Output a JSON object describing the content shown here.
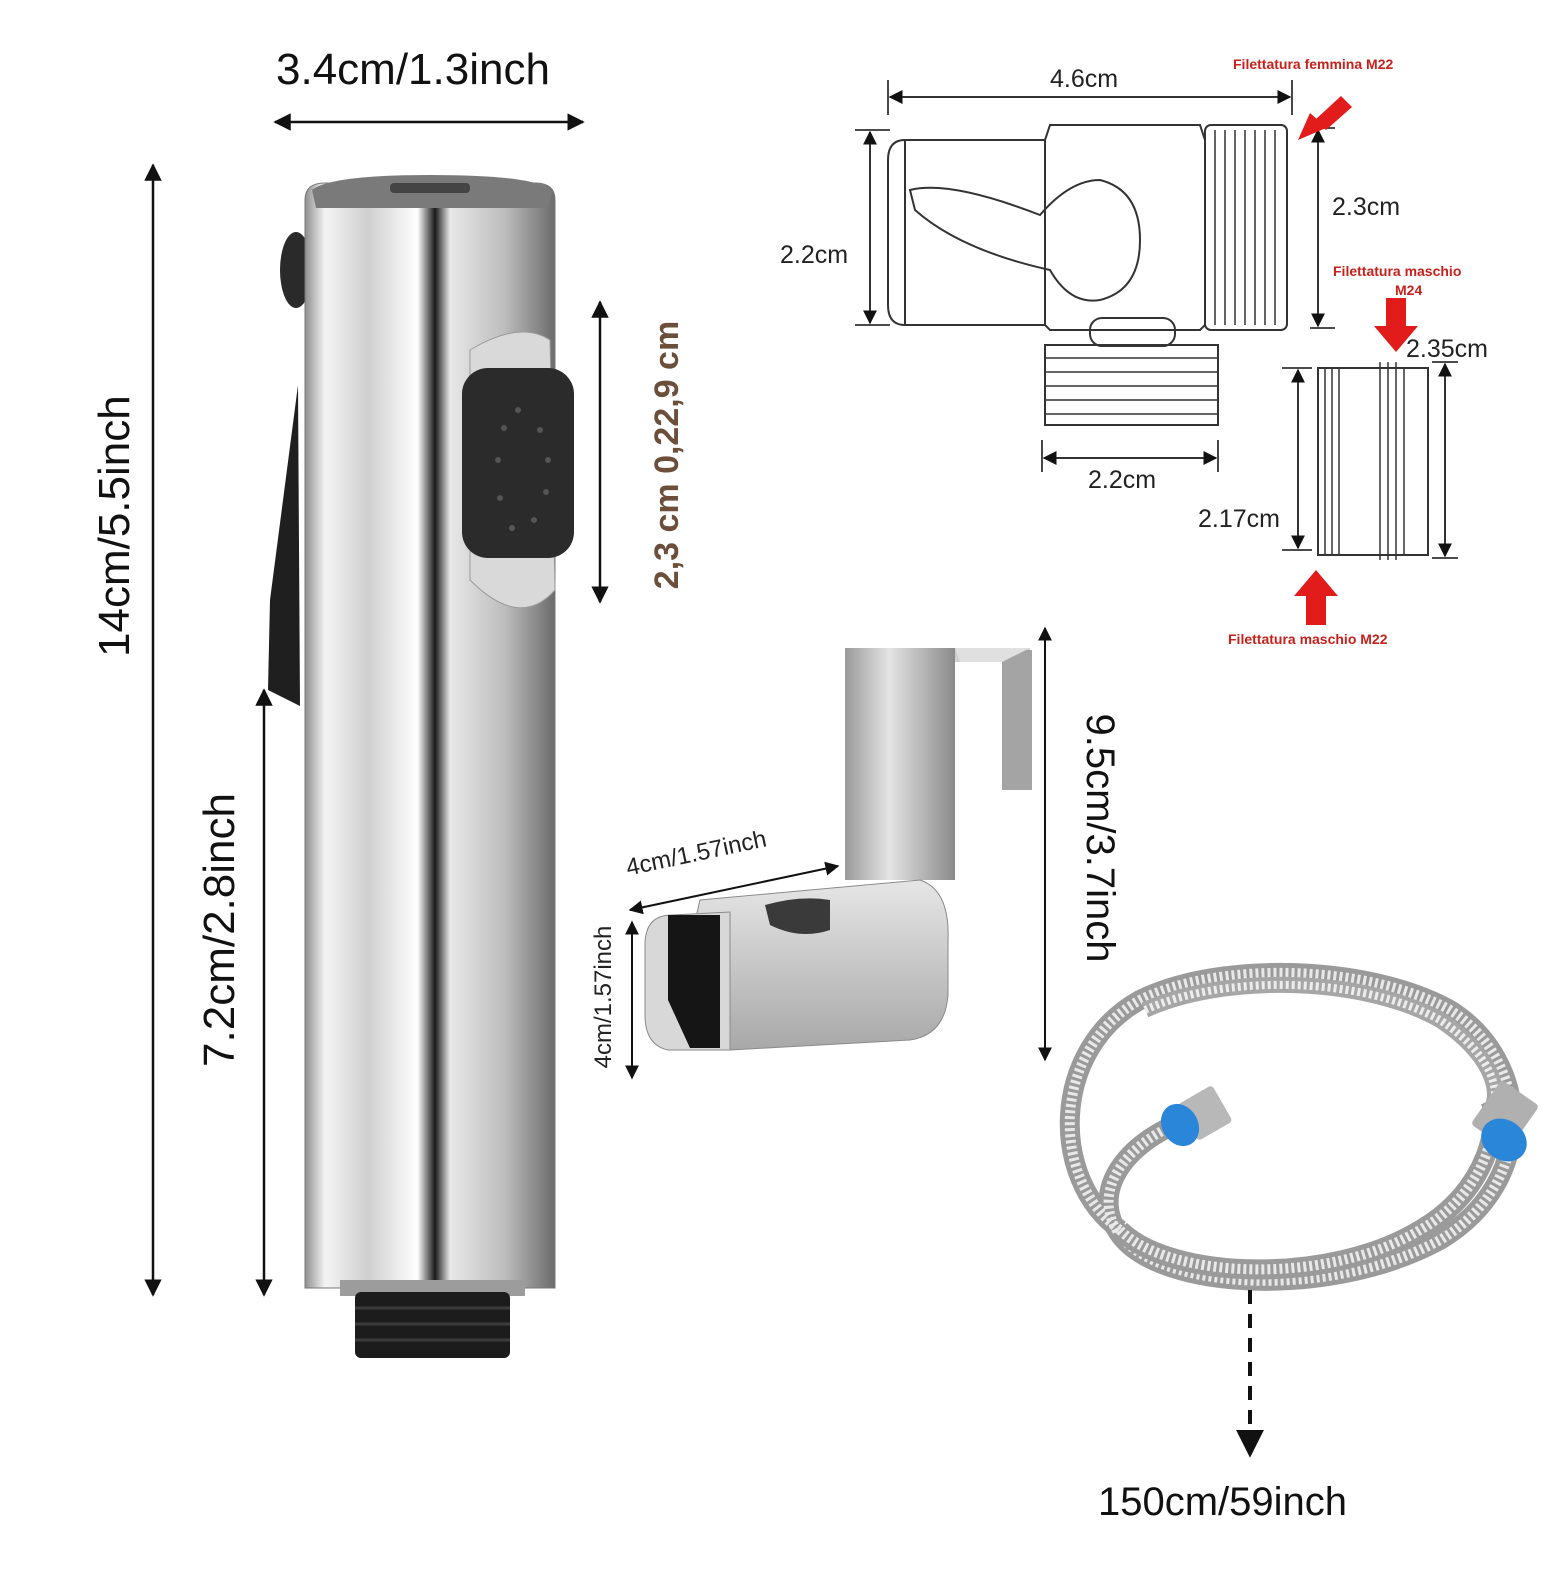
{
  "labels": {
    "sprayer_width": "3.4cm/1.3inch",
    "sprayer_height": "14cm/5.5inch",
    "sprayer_lower": "7.2cm/2.8inch",
    "button_size": "2,3 cm 0,22,9 cm",
    "tee_width": "4.6cm",
    "tee_height": "2.2cm",
    "tee_nut_height": "2.3cm",
    "tee_bottom_width": "2.2cm",
    "female_thread": "Filettatura femmina M22",
    "male_thread_top_a": "Filettatura maschio",
    "male_thread_top_b": "M24",
    "adapter_outer": "2.35cm",
    "adapter_inner": "2.17cm",
    "male_thread_bottom": "Filettatura maschio M22",
    "holder_width": "4cm/1.57inch",
    "holder_height": "4cm/1.57inch",
    "hook_height": "9.5cm/3.7inch",
    "hose_length": "150cm/59inch"
  },
  "colors": {
    "arrow_red": "#e21b1b",
    "text_red": "#c8201a",
    "text_brown": "#6b4f3a",
    "hose_blue": "#2a86d8"
  }
}
